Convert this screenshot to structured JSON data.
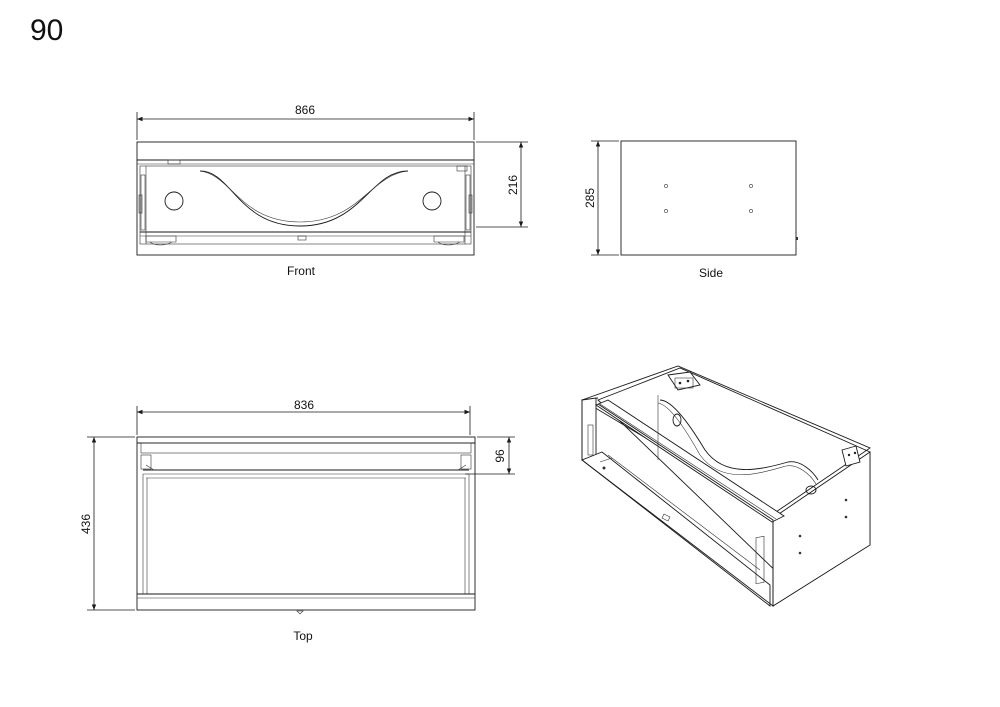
{
  "page_number": "90",
  "views": {
    "front": {
      "label": "Front",
      "width_dim": "866",
      "height_dim": "216"
    },
    "side": {
      "label": "Side",
      "height_dim": "285"
    },
    "top": {
      "label": "Top",
      "width_dim": "836",
      "depth_dim": "436",
      "inner_dim": "96"
    },
    "iso": {}
  }
}
